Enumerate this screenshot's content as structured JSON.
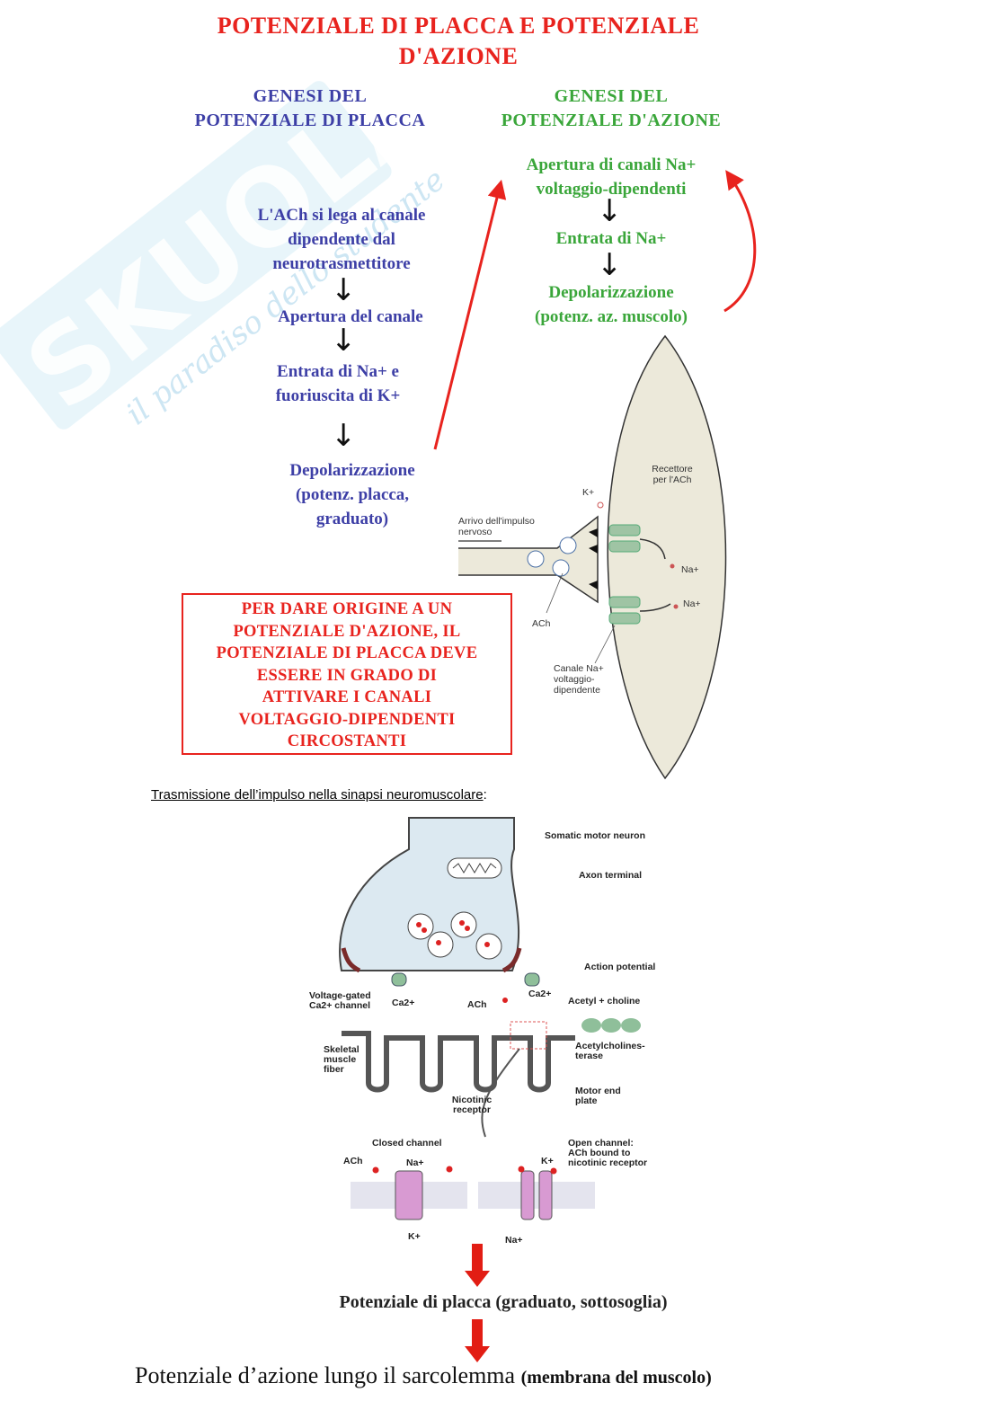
{
  "title": {
    "line1": "POTENZIALE DI PLACCA E POTENZIALE",
    "line2": "D'AZIONE"
  },
  "left_column": {
    "heading_line1": "GENESI DEL",
    "heading_line2": "POTENZIALE DI PLACCA",
    "steps": [
      [
        "L'ACh si lega al canale",
        "dipendente dal",
        "neurotrasmettitore"
      ],
      [
        "Apertura del canale"
      ],
      [
        "Entrata di Na+ e",
        "fuoriuscita di K+"
      ],
      [
        "Depolarizzazione",
        "(potenz. placca,",
        "graduato)"
      ]
    ]
  },
  "right_column": {
    "heading_line1": "GENESI DEL",
    "heading_line2": "POTENZIALE D'AZIONE",
    "steps": [
      [
        "Apertura di canali Na+",
        "voltaggio-dipendenti"
      ],
      [
        "Entrata di Na+"
      ],
      [
        "Depolarizzazione",
        "(potenz. az. muscolo)"
      ]
    ]
  },
  "red_box": {
    "lines": [
      "PER DARE ORIGINE A UN",
      "POTENZIALE D'AZIONE, IL",
      "POTENZIALE DI PLACCA DEVE",
      "ESSERE IN GRADO DI",
      "ATTIVARE I CANALI",
      "VOLTAGGIO-DIPENDENTI",
      "CIRCOSTANTI"
    ]
  },
  "synapse_diagram_1": {
    "recettore": [
      "Recettore",
      "per l'ACh"
    ],
    "k_label": "K+",
    "arrivo": [
      "Arrivo dell'impulso",
      "nervoso"
    ],
    "na1": "Na+",
    "na2": "Na+",
    "ach": "ACh",
    "canale": [
      "Canale Na+",
      "voltaggio-",
      "dipendente"
    ]
  },
  "watermark": {
    "brand": "SKUOLA.net",
    "tagline": "il paradiso dello studente"
  },
  "caption": {
    "underlined": "Trasmissione dell’impulso nella sinapsi neuromuscolare",
    "colon": ":"
  },
  "synapse_diagram_2": {
    "somatic": "Somatic motor neuron",
    "axon": "Axon terminal",
    "action": "Action potential",
    "vgc": [
      "Voltage-gated",
      "Ca2+ channel"
    ],
    "ca_left": "Ca2+",
    "ca_right": "Ca2+",
    "ach": "ACh",
    "acetyl": "Acetyl + choline",
    "skeletal": [
      "Skeletal",
      "muscle",
      "fiber"
    ],
    "ache": [
      "Acetylcholines-",
      "terase"
    ],
    "nicotinic": [
      "Nicotinic",
      "receptor"
    ],
    "endplate": [
      "Motor end",
      "plate"
    ],
    "closed": "Closed channel",
    "open": [
      "Open channel:",
      "ACh bound to",
      "nicotinic receptor"
    ],
    "ach2": "ACh",
    "na_plus": "Na+",
    "k_plus_bottom": "K+",
    "k_plus_top": "K+",
    "na_plus_bottom": "Na+"
  },
  "bottom": {
    "line1": "Potenziale di placca (graduato, sottosoglia)",
    "line2_main": "Potenziale d’azione lungo il sarcolemma",
    "line2_small": "(membrana del muscolo)"
  }
}
